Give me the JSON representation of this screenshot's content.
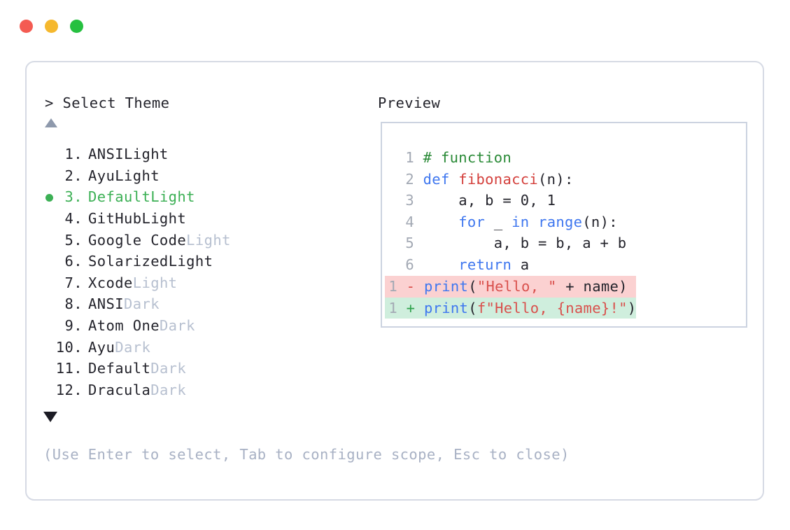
{
  "window": {
    "dots": [
      {
        "name": "close",
        "color": "#f45b52"
      },
      {
        "name": "minimize",
        "color": "#f5b82e"
      },
      {
        "name": "maximize",
        "color": "#26c040"
      }
    ]
  },
  "left": {
    "prompt": "> Select Theme",
    "scroll_up_icon": "triangle-up-icon",
    "scroll_down_icon": "triangle-down-icon",
    "selected_index": 3,
    "bullet_color": "#3cb055",
    "themes": [
      {
        "num": "1.",
        "name": "ANSI",
        "variant": "Light",
        "variant_muted": false,
        "selected": false
      },
      {
        "num": "2.",
        "name": "Ayu",
        "variant": "Light",
        "variant_muted": false,
        "selected": false
      },
      {
        "num": "3.",
        "name": "Default",
        "variant": "Light",
        "variant_muted": false,
        "selected": true
      },
      {
        "num": "4.",
        "name": "GitHub",
        "variant": "Light",
        "variant_muted": false,
        "selected": false
      },
      {
        "num": "5.",
        "name": "Google Code",
        "variant": "Light",
        "variant_muted": true,
        "selected": false
      },
      {
        "num": "6.",
        "name": "Solarized",
        "variant": "Light",
        "variant_muted": false,
        "selected": false
      },
      {
        "num": "7.",
        "name": "Xcode",
        "variant": "Light",
        "variant_muted": true,
        "selected": false
      },
      {
        "num": "8.",
        "name": "ANSI",
        "variant": "Dark",
        "variant_muted": true,
        "selected": false
      },
      {
        "num": "9.",
        "name": "Atom One",
        "variant": "Dark",
        "variant_muted": true,
        "selected": false
      },
      {
        "num": "10.",
        "name": "Ayu",
        "variant": "Dark",
        "variant_muted": true,
        "selected": false
      },
      {
        "num": "11.",
        "name": "Default",
        "variant": "Dark",
        "variant_muted": true,
        "selected": false
      },
      {
        "num": "12.",
        "name": "Dracula",
        "variant": "Dark",
        "variant_muted": true,
        "selected": false
      }
    ],
    "hint": "(Use Enter to select, Tab to configure scope, Esc to close)"
  },
  "right": {
    "label": "Preview",
    "code_lines": [
      {
        "n": "1",
        "tokens": [
          {
            "t": "# function",
            "c": "c-com"
          }
        ]
      },
      {
        "n": "2",
        "tokens": [
          {
            "t": "def ",
            "c": "c-kw"
          },
          {
            "t": "fibonacci",
            "c": "c-fn"
          },
          {
            "t": "(n):",
            "c": "c-txt"
          }
        ]
      },
      {
        "n": "3",
        "tokens": [
          {
            "t": "    a, b = ",
            "c": "c-txt"
          },
          {
            "t": "0",
            "c": "c-num"
          },
          {
            "t": ", ",
            "c": "c-txt"
          },
          {
            "t": "1",
            "c": "c-num"
          }
        ]
      },
      {
        "n": "4",
        "tokens": [
          {
            "t": "    ",
            "c": "c-txt"
          },
          {
            "t": "for",
            "c": "c-kw"
          },
          {
            "t": " _ ",
            "c": "c-txt"
          },
          {
            "t": "in",
            "c": "c-kw"
          },
          {
            "t": " ",
            "c": "c-txt"
          },
          {
            "t": "range",
            "c": "c-bi"
          },
          {
            "t": "(n):",
            "c": "c-txt"
          }
        ]
      },
      {
        "n": "5",
        "tokens": [
          {
            "t": "        a, b = b, a + b",
            "c": "c-txt"
          }
        ]
      },
      {
        "n": "6",
        "tokens": [
          {
            "t": "    ",
            "c": "c-txt"
          },
          {
            "t": "return",
            "c": "c-kw"
          },
          {
            "t": " a",
            "c": "c-txt"
          }
        ]
      }
    ],
    "diff_lines": [
      {
        "n": "1",
        "marker": "-",
        "kind": "del",
        "tokens": [
          {
            "t": "print",
            "c": "c-bi"
          },
          {
            "t": "(",
            "c": "c-txt"
          },
          {
            "t": "\"Hello, \"",
            "c": "c-str"
          },
          {
            "t": " + name)",
            "c": "c-txt"
          }
        ]
      },
      {
        "n": "1",
        "marker": "+",
        "kind": "add",
        "tokens": [
          {
            "t": "print",
            "c": "c-bi"
          },
          {
            "t": "(",
            "c": "c-txt"
          },
          {
            "t": "f\"Hello, {name}!\"",
            "c": "c-str"
          },
          {
            "t": ")",
            "c": "c-txt"
          }
        ]
      }
    ]
  }
}
